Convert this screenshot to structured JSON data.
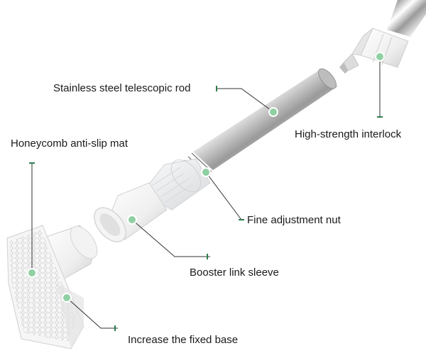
{
  "labels": {
    "rod": "Stainless steel telescopic rod",
    "interlock": "High-strength interlock",
    "mat": "Honeycomb anti-slip mat",
    "nut": "Fine adjustment nut",
    "sleeve": "Booster link sleeve",
    "base": "Increase the fixed base"
  },
  "colors": {
    "accent_dot": "#8fd0a2",
    "leader_line": "#333333",
    "steel_dark": "#6e6e6e",
    "steel_light": "#f2f2f2",
    "plastic": "#eeeeee"
  }
}
